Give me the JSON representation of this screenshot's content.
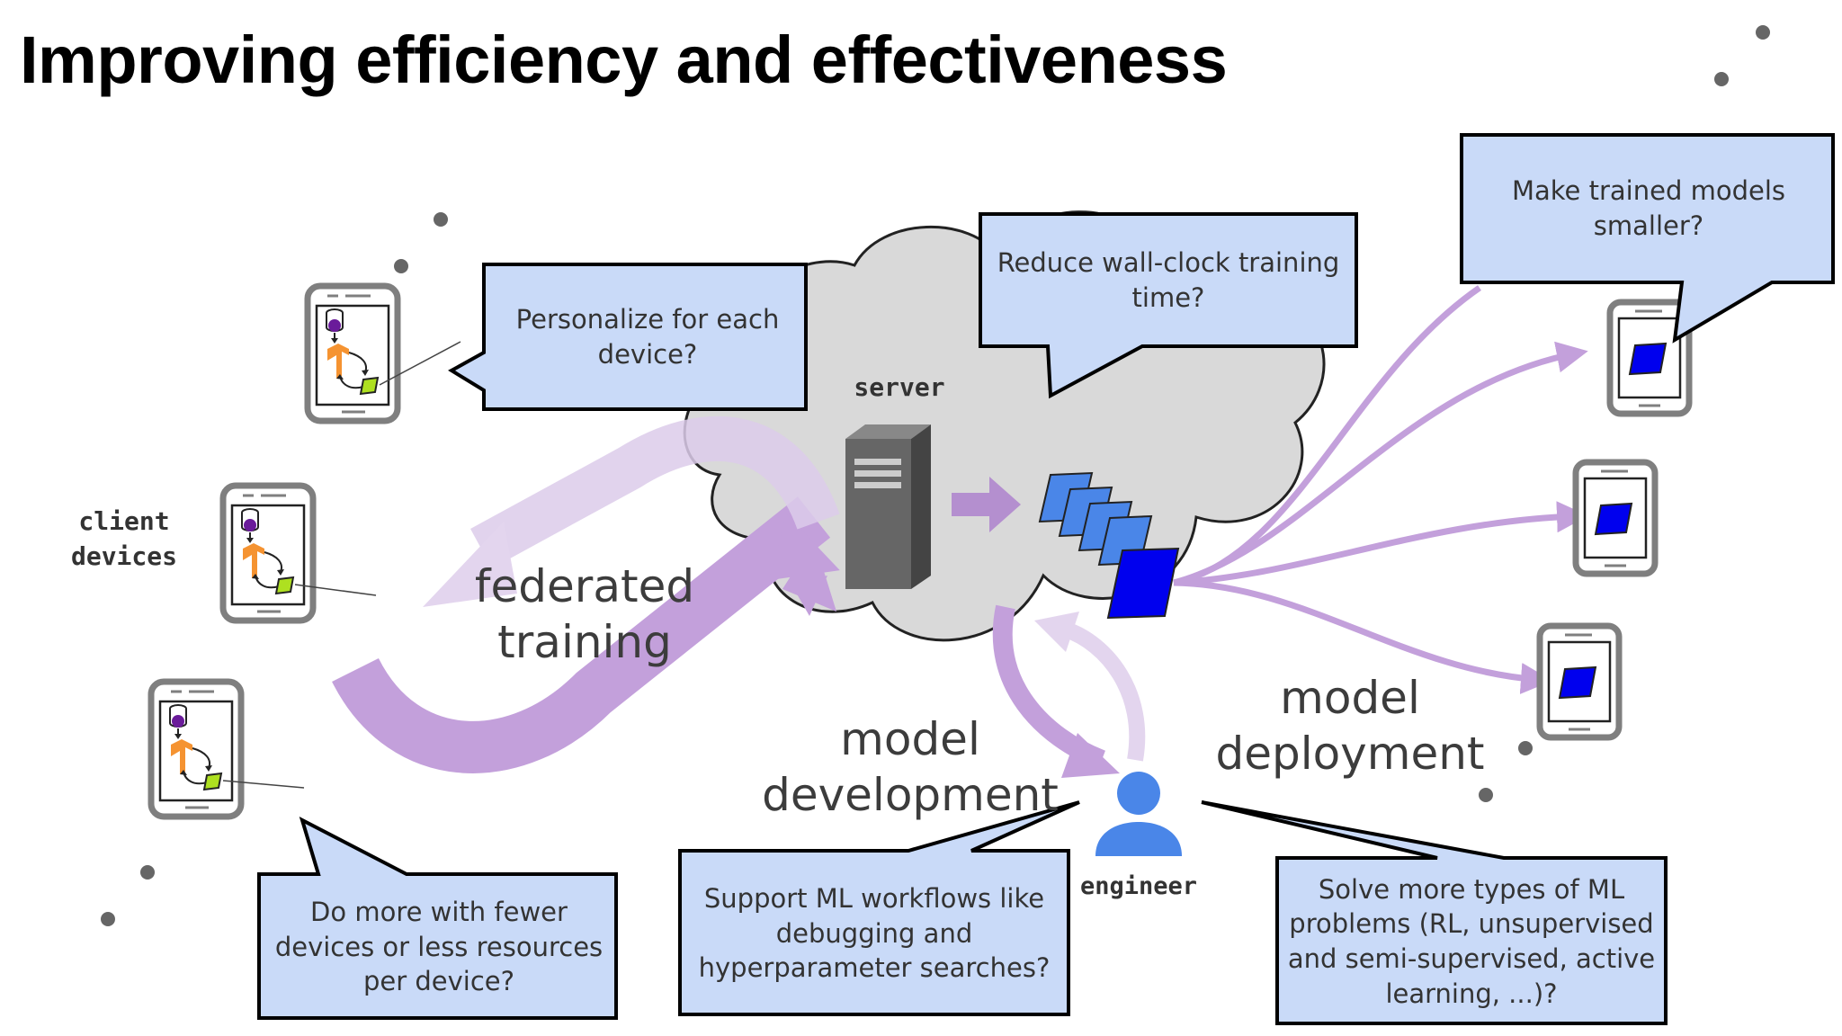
{
  "slide": {
    "title": "Improving efficiency and effectiveness"
  },
  "labels": {
    "server": "server",
    "client_devices": "client\ndevices",
    "engineer": "engineer",
    "federated_training": "federated\ntraining",
    "model_development": "model\ndevelopment",
    "model_deployment": "model\ndeployment"
  },
  "callouts": {
    "personalize": "Personalize for each device?",
    "reduce_time": "Reduce wall-clock training time?",
    "smaller_models": "Make trained models smaller?",
    "fewer_devices": "Do more with fewer devices or less resources per device?",
    "ml_workflows": "Support ML workflows like debugging and hyperparameter searches?",
    "more_problems": "Solve more types of ML problems (RL, unsupervised and semi-supervised, active learning, ...)?"
  },
  "colors": {
    "callout_fill": "#c9daf8",
    "cloud_fill": "#d9d9d9",
    "arrow_purple": "#c3a0db",
    "arrow_purple_light": "#e3d5ee",
    "model_blue": "#4a86e8",
    "model_deep_blue": "#0000ee",
    "engineer_blue": "#4a86e8",
    "phone_gray": "#7f7f7f",
    "tf_orange": "#f59331",
    "param_green": "#aee020"
  },
  "icons": [
    "server-icon",
    "model-stack-icon",
    "phone-icon",
    "engineer-icon",
    "tensorflow-icon",
    "database-icon"
  ]
}
